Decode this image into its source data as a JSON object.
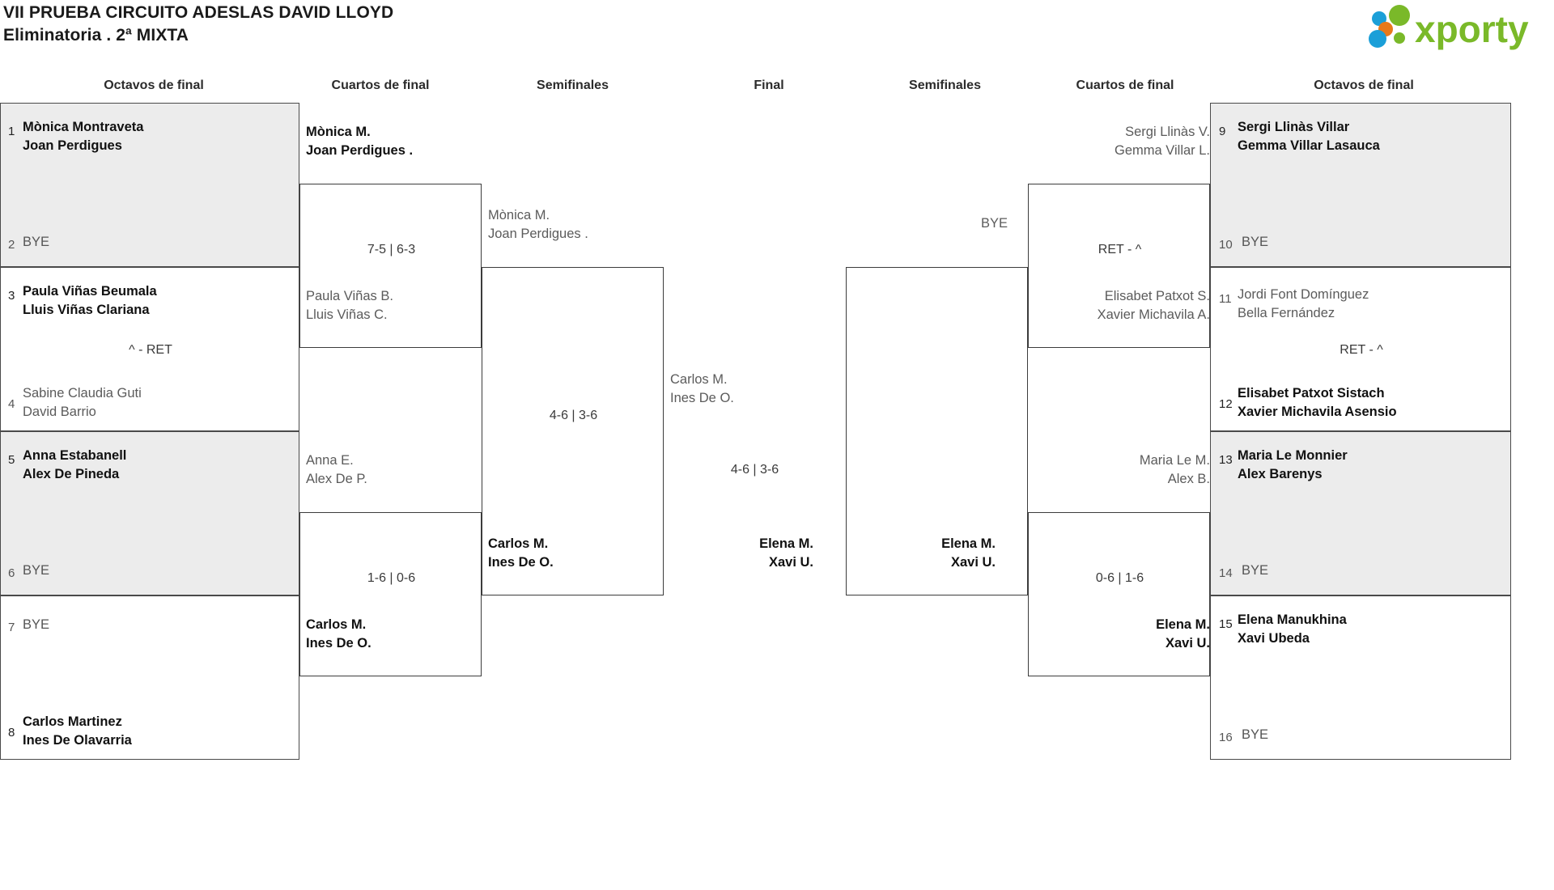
{
  "header": {
    "title_line1": "VII PRUEBA CIRCUITO ADESLAS DAVID LLOYD",
    "title_line2": "Eliminatoria . 2ª MIXTA",
    "logo_text": "xporty",
    "logo_colors": {
      "green": "#7ab929",
      "blue": "#1b9fd8",
      "orange": "#e8791a"
    }
  },
  "round_headers": {
    "left_octavos": "Octavos de final",
    "left_cuartos": "Cuartos de final",
    "left_semis": "Semifinales",
    "final": "Final",
    "right_semis": "Semifinales",
    "right_cuartos": "Cuartos de final",
    "right_octavos": "Octavos de final"
  },
  "left_octavos": [
    {
      "seed": "1",
      "p1": "Mònica Montraveta",
      "p2": "Joan Perdigues",
      "winner": true,
      "shaded": true,
      "bye": false
    },
    {
      "seed": "2",
      "p1": "BYE",
      "p2": "",
      "winner": false,
      "shaded": true,
      "bye": true
    },
    {
      "seed": "3",
      "p1": "Paula Viñas Beumala",
      "p2": "Lluis Viñas Clariana",
      "winner": true,
      "shaded": false,
      "bye": false
    },
    {
      "seed": "4",
      "p1": "Sabine Claudia Guti",
      "p2": "David Barrio",
      "winner": false,
      "shaded": false,
      "bye": false
    },
    {
      "seed": "5",
      "p1": "Anna Estabanell",
      "p2": "Alex De Pineda",
      "winner": true,
      "shaded": true,
      "bye": false
    },
    {
      "seed": "6",
      "p1": "BYE",
      "p2": "",
      "winner": false,
      "shaded": true,
      "bye": true
    },
    {
      "seed": "7",
      "p1": "BYE",
      "p2": "",
      "winner": false,
      "shaded": false,
      "bye": true
    },
    {
      "seed": "8",
      "p1": "Carlos Martinez",
      "p2": "Ines De Olavarria",
      "winner": true,
      "shaded": false,
      "bye": false
    }
  ],
  "right_octavos": [
    {
      "seed": "9",
      "p1": "Sergi Llinàs Villar",
      "p2": "Gemma Villar Lasauca",
      "winner": true,
      "shaded": true,
      "bye": false
    },
    {
      "seed": "10",
      "p1": "BYE",
      "p2": "",
      "winner": false,
      "shaded": true,
      "bye": true
    },
    {
      "seed": "11",
      "p1": "Jordi Font Domínguez",
      "p2": "Bella Fernández",
      "winner": false,
      "shaded": false,
      "bye": false
    },
    {
      "seed": "12",
      "p1": "Elisabet Patxot Sistach",
      "p2": "Xavier Michavila Asensio",
      "winner": true,
      "shaded": false,
      "bye": false
    },
    {
      "seed": "13",
      "p1": "Maria Le Monnier",
      "p2": "Alex Barenys",
      "winner": true,
      "shaded": true,
      "bye": false
    },
    {
      "seed": "14",
      "p1": "BYE",
      "p2": "",
      "winner": false,
      "shaded": true,
      "bye": true
    },
    {
      "seed": "15",
      "p1": "Elena Manukhina",
      "p2": "Xavi Ubeda",
      "winner": true,
      "shaded": false,
      "bye": false
    },
    {
      "seed": "16",
      "p1": "BYE",
      "p2": "",
      "winner": false,
      "shaded": false,
      "bye": true
    }
  ],
  "left_octavos_scores": {
    "m1": "",
    "m2": "^ - RET",
    "m3": "",
    "m4": ""
  },
  "right_octavos_scores": {
    "m1": "",
    "m2": "RET - ^",
    "m3": "",
    "m4": ""
  },
  "left_cuartos": [
    {
      "top_p1": "Mònica M.",
      "top_p2": "Joan Perdigues .",
      "top_win": true,
      "bot_p1": "Paula Viñas B.",
      "bot_p2": "Lluis Viñas C.",
      "bot_win": false,
      "score": "7-5 | 6-3"
    },
    {
      "top_p1": "Anna E.",
      "top_p2": "Alex De P.",
      "top_win": false,
      "bot_p1": "Carlos M.",
      "bot_p2": "Ines De O.",
      "bot_win": true,
      "score": "1-6 | 0-6"
    }
  ],
  "right_cuartos": [
    {
      "top_p1": "Sergi Llinàs V.",
      "top_p2": "Gemma Villar L.",
      "top_win": false,
      "bot_p1": "Elisabet Patxot S.",
      "bot_p2": "Xavier Michavila A.",
      "bot_win": false,
      "score": "RET - ^",
      "bye_label": "BYE"
    },
    {
      "top_p1": "Maria Le M.",
      "top_p2": "Alex B.",
      "top_win": false,
      "bot_p1": "Elena M.",
      "bot_p2": "Xavi U.",
      "bot_win": true,
      "score": "0-6 | 1-6",
      "bye_label": ""
    }
  ],
  "left_semis": {
    "top_p1": "Mònica M.",
    "top_p2": "Joan Perdigues .",
    "top_win": false,
    "bot_p1": "Carlos M.",
    "bot_p2": "Ines De O.",
    "bot_win": true,
    "score": "4-6 | 3-6"
  },
  "right_semis": {
    "top_p1": "",
    "top_p2": "",
    "top_win": false,
    "bot_p1": "Elena M.",
    "bot_p2": "Xavi U.",
    "bot_win": true,
    "score": "",
    "bye_label": "BYE"
  },
  "final": {
    "left_p1": "Carlos M.",
    "left_p2": "Ines De O.",
    "left_win": false,
    "right_p1": "Elena M.",
    "right_p2": "Xavi U.",
    "right_win": true,
    "score": "4-6 | 3-6"
  }
}
